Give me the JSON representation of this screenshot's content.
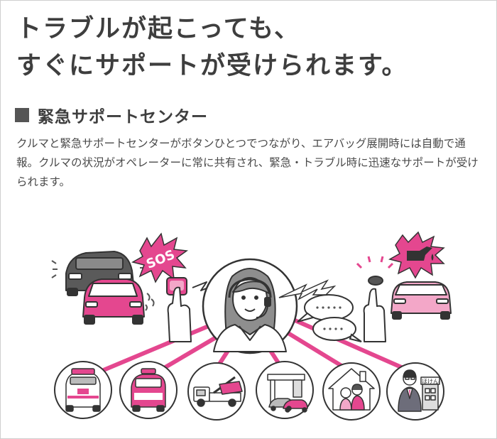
{
  "headline": {
    "line1": "トラブルが起こっても、",
    "line2": "すぐにサポートが受けられます。"
  },
  "section": {
    "title": "緊急サポートセンター"
  },
  "body": {
    "text": "クルマと緊急サポートセンターがボタンひとつでつながり、エアバッグ展開時には自動で通報。クルマの状況がオペレーターに常に共有され、緊急・トラブル時に迅速なサポートが受けられます。"
  },
  "illustration": {
    "sos_label": "SOS",
    "sign_label": "ほけん",
    "colors": {
      "accent_pink": "#e4478f",
      "light_pink": "#f3a7c8",
      "outline": "#333333",
      "gray_car": "#5a5a5a"
    },
    "services": [
      {
        "icon": "ambulance-icon"
      },
      {
        "icon": "police-car-icon"
      },
      {
        "icon": "tow-truck-icon"
      },
      {
        "icon": "gas-station-icon"
      },
      {
        "icon": "family-home-icon"
      },
      {
        "icon": "insurance-agent-icon"
      }
    ]
  }
}
